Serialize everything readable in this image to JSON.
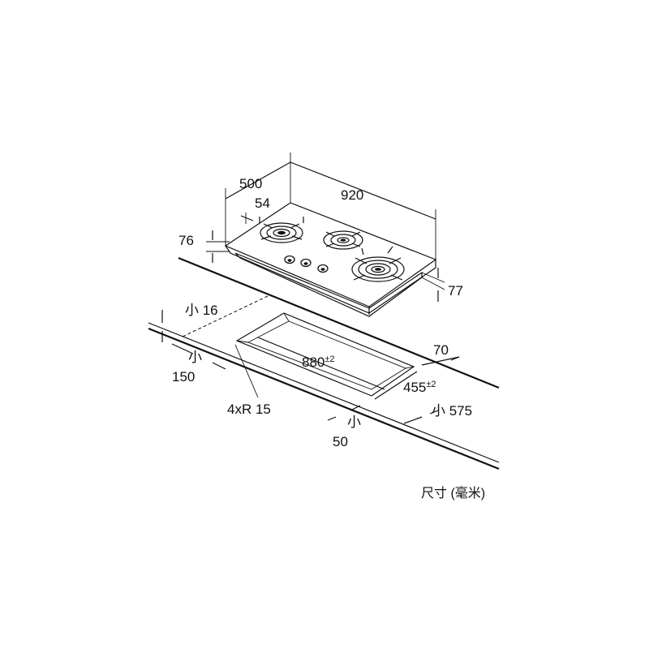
{
  "dimensions": {
    "width_total": "920",
    "depth_total": "500",
    "edge_offset": "54",
    "height_top": "76",
    "height_bottom": "77",
    "min_edge_label": "小 16",
    "min_left_label": "小",
    "min_left_value": "150",
    "cutout_length": "880",
    "cutout_length_tol": "±2",
    "cutout_width": "455",
    "cutout_width_tol": "±2",
    "right_gap": "70",
    "min_depth_label": "小 575",
    "corner_radius": "4xR 15",
    "min_front_label": "小",
    "min_front_value": "50"
  },
  "unit_label": "尺寸 (毫米)"
}
